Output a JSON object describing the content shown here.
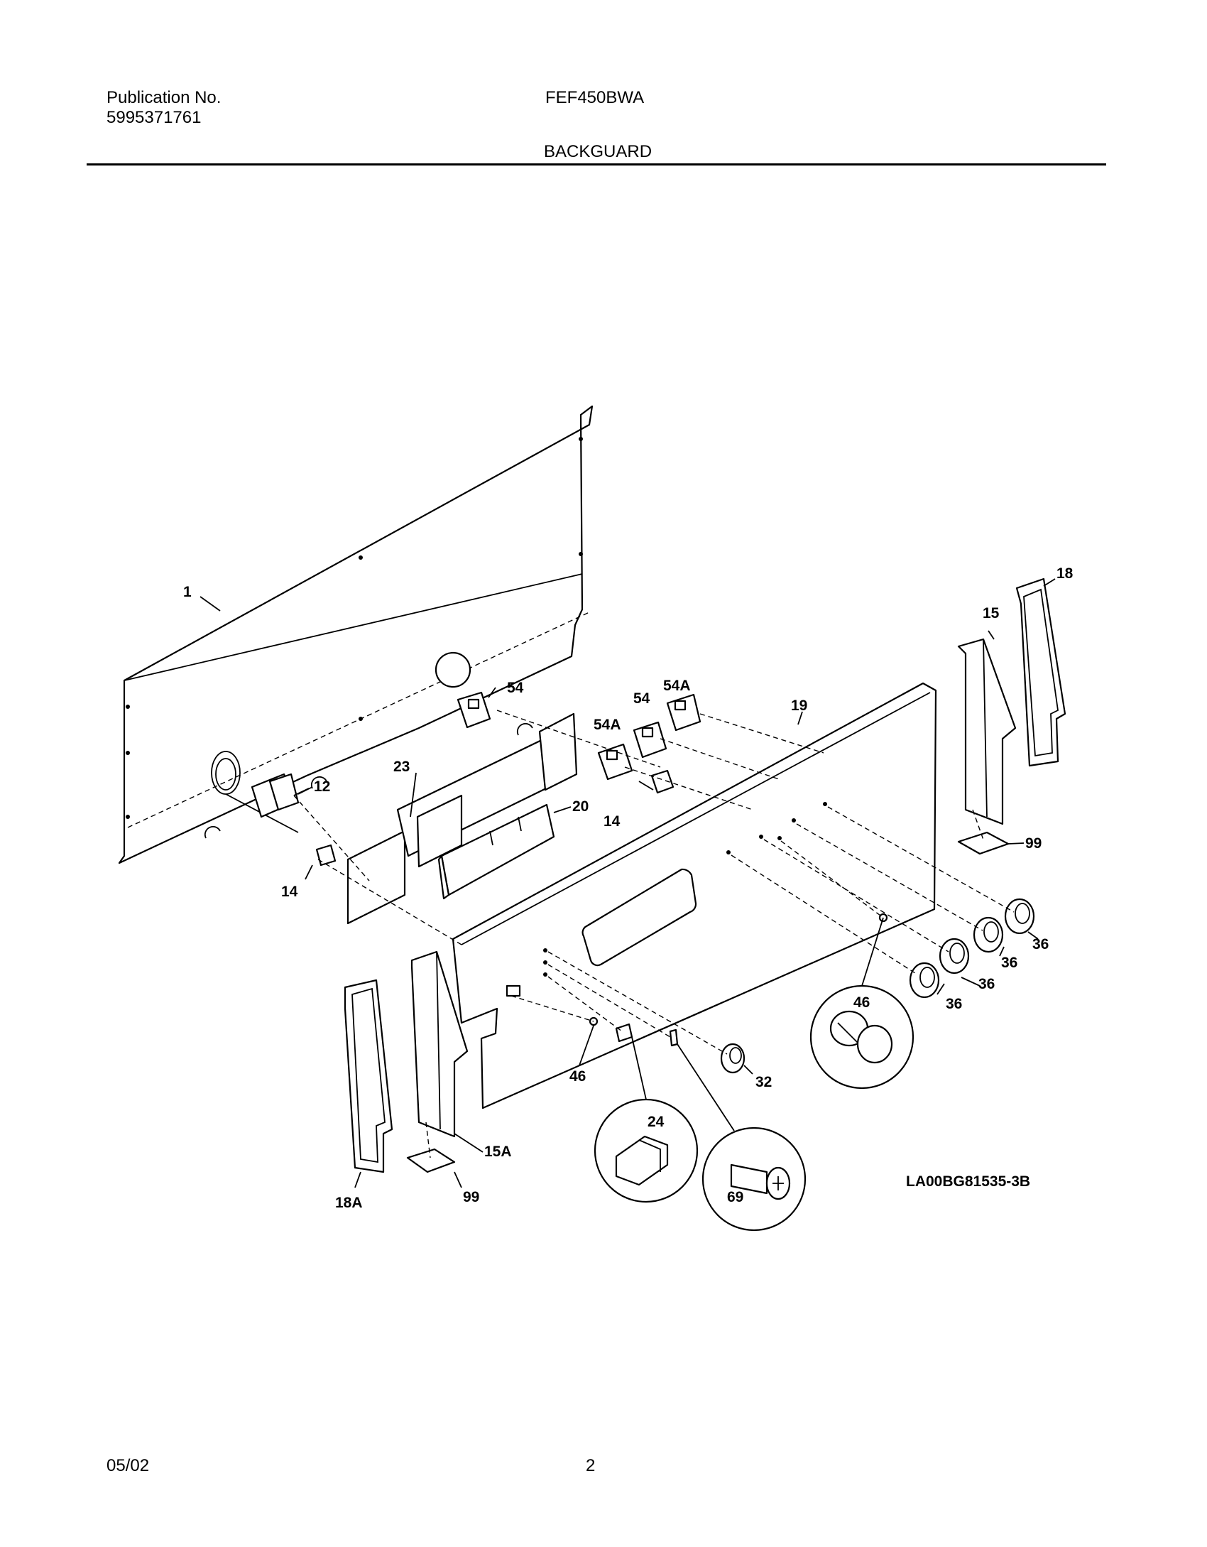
{
  "header": {
    "publication_label": "Publication No.",
    "publication_number": "5995371761",
    "model": "FEF450BWA",
    "section": "BACKGUARD"
  },
  "diagram": {
    "part_callouts": {
      "p1": "1",
      "p54a": "54",
      "p54b": "54",
      "p54a_a": "54A",
      "p54a_b": "54A",
      "p19": "19",
      "p18": "18",
      "p15": "15",
      "p23": "23",
      "p12": "12",
      "p20": "20",
      "p14a": "14",
      "p14b": "14",
      "p99a": "99",
      "p99b": "99",
      "p36a": "36",
      "p36b": "36",
      "p36c": "36",
      "p36d": "36",
      "p46a": "46",
      "p46b": "46",
      "p32": "32",
      "p24": "24",
      "p69": "69",
      "p15a": "15A",
      "p18a": "18A"
    },
    "drawing_code": "LA00BG81535-3B"
  },
  "footer": {
    "date": "05/02",
    "page": "2"
  }
}
